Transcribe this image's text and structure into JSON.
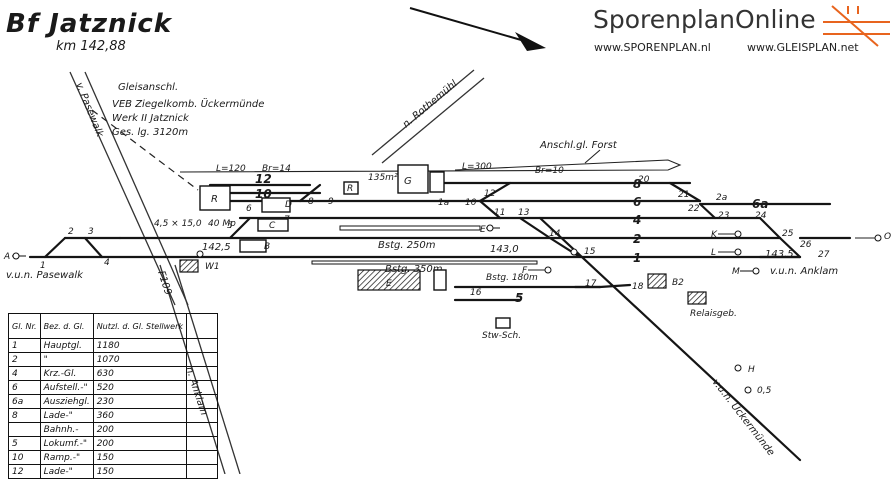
{
  "title": "Bf Jatznick",
  "km": "km 142,88",
  "brand": {
    "name": "SporenplanOnline",
    "url1": "www.SPORENPLAN.nl",
    "url2": "www.GLEISPLAN.net",
    "accent": "#e8641e",
    "text_color": "#333333"
  },
  "siding_note": [
    "Gleisanschl.",
    "VEB Ziegelkomb. Ückermünde",
    "Werk II Jatznick",
    "Ges. lg. 3120m"
  ],
  "roads": {
    "rothemuehl": "n. Rothemühl",
    "pasewalk_road": "v. Pasewalk",
    "anklam_road": "n. Anklam",
    "f109": "F109"
  },
  "labels": {
    "l120": "L=120",
    "br14": "Br=14",
    "l300": "L=300",
    "br10": "Br=10",
    "anschl_forst": "Anschl.gl. Forst",
    "m135": "135m²",
    "g": "G",
    "r_small": "R",
    "r_big": "R",
    "lt1": "4,5 × 15,0",
    "lt2": "40 Mp",
    "bstg250": "Bstg. 250m",
    "bstg350": "Bstg. 350m",
    "bstg180": "Bstg. 180m",
    "km1425": "142,5",
    "km1430": "143,0",
    "km1435": "143,5",
    "pasewalk": "v.u.n. Pasewalk",
    "anklam": "v.u.n. Anklam",
    "ueckermuende": "v.u.n. Ückermünde",
    "w1": "W1",
    "b2": "B2",
    "relais": "Relaisgeb.",
    "stw": "Stw-Sch.",
    "sig_a": "A",
    "sig_o": "O",
    "sig_e": "E",
    "sig_k": "K",
    "sig_l": "L",
    "sig_f": "F",
    "sig_m": "M",
    "sig_h": "H",
    "km05": "0,5",
    "bld_d": "D",
    "bld_c": "C",
    "bld_b": "B",
    "bld_e": "E"
  },
  "tracks": {
    "t12": "12",
    "t10": "10",
    "t8": "8",
    "t6": "6",
    "t6a": "6a",
    "t4": "4",
    "t2": "2",
    "t1": "1",
    "t5": "5"
  },
  "switches": [
    "1",
    "2",
    "3",
    "4",
    "5",
    "6",
    "7",
    "8",
    "9",
    "10",
    "11",
    "12",
    "13",
    "14",
    "15",
    "16",
    "17",
    "18",
    "20",
    "21",
    "22",
    "23",
    "24",
    "25",
    "26",
    "27",
    "1a",
    "2a"
  ],
  "legend": {
    "headers": [
      "Gl. Nr.",
      "Bez. d. Gl.",
      "Nutzl. d. Gl. Stellwerk"
    ],
    "rows": [
      [
        "1",
        "Hauptgl.",
        "1180"
      ],
      [
        "2",
        "\"",
        "1070"
      ],
      [
        "4",
        "Krz.-Gl.",
        "630"
      ],
      [
        "6",
        "Aufstell.-\"",
        "520"
      ],
      [
        "6a",
        "Ausziehgl.",
        "230"
      ],
      [
        "8",
        "Lade-\"",
        "360"
      ],
      [
        "",
        "Bahnh.-",
        "200"
      ],
      [
        "5",
        "Lokumf.-\"",
        "200"
      ],
      [
        "10",
        "Ramp.-\"",
        "150"
      ],
      [
        "12",
        "Lade-\"",
        "150"
      ]
    ]
  }
}
